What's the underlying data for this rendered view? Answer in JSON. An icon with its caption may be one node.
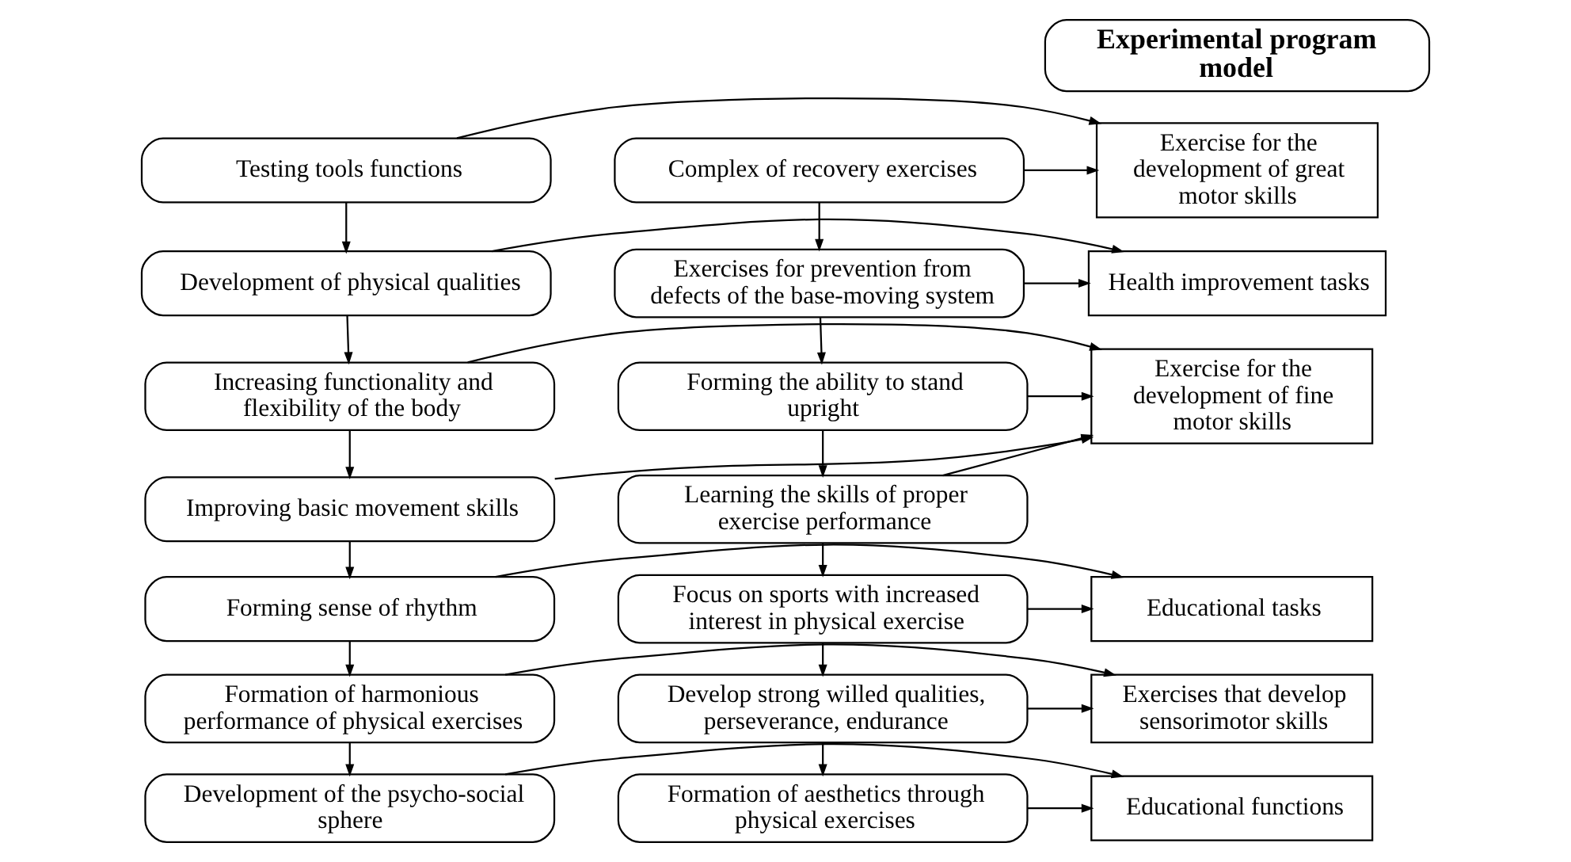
{
  "diagram": {
    "nodes": [
      {
        "text": [
          "Experimental program model"
        ]
      },
      {
        "text": [
          "Testing tools functions"
        ]
      },
      {
        "text": [
          "Exercise for the development of great motor skills"
        ]
      },
      {
        "text": [
          "Complex of recovery exercises"
        ]
      },
      {
        "text": [
          "Development of physical qualities"
        ]
      },
      {
        "text": [
          "Health improvement tasks"
        ]
      },
      {
        "text": [
          "Exercises for prevention from defects of the base-moving system"
        ]
      },
      {
        "text": [
          "Increasing functionality and flexibility of the body"
        ]
      },
      {
        "text": [
          "Exercise for the development of fine motor skills"
        ]
      },
      {
        "text": [
          "Forming the ability to stand upright"
        ]
      },
      {
        "text": [
          "Improving basic movement skills"
        ]
      },
      {
        "text": [
          "Learning the skills of proper exercise performance"
        ]
      },
      {
        "text": [
          "Forming sense of rhythm"
        ]
      },
      {
        "text": [
          "Educational tasks"
        ]
      },
      {
        "text": [
          "Focus on sports with increased interest in physical exercise"
        ]
      },
      {
        "text": [
          "Formation of harmonious performance of physical exercises"
        ]
      },
      {
        "text": [
          "Exercises that develop sensorimotor skills"
        ]
      },
      {
        "text": [
          "Develop strong willed qualities, perseverance, endurance"
        ]
      },
      {
        "text": [
          "Development of the psycho-social sphere"
        ]
      },
      {
        "text": [
          "Educational functions"
        ]
      },
      {
        "text": [
          "Formation of aesthetics through physical exercises"
        ]
      }
    ],
    "edges": [
      {
        "from": 1,
        "to": 2,
        "arrow": "to"
      },
      {
        "from": 3,
        "to": 2,
        "arrow": "to"
      },
      {
        "from": 1,
        "to": 4,
        "arrow": "to"
      },
      {
        "from": 3,
        "to": 6,
        "arrow": "to"
      },
      {
        "from": 4,
        "to": 5,
        "arrow": "to"
      },
      {
        "from": 6,
        "to": 5,
        "arrow": "to"
      },
      {
        "from": 4,
        "to": 7,
        "arrow": "to"
      },
      {
        "from": 6,
        "to": 9,
        "arrow": "to"
      },
      {
        "from": 7,
        "to": 8,
        "arrow": "to"
      },
      {
        "from": 9,
        "to": 8,
        "arrow": "to"
      },
      {
        "from": 7,
        "to": 10,
        "arrow": "to"
      },
      {
        "from": 9,
        "to": 11,
        "arrow": "to"
      },
      {
        "from": 10,
        "to": 8,
        "arrow": "to"
      },
      {
        "from": 11,
        "to": 8,
        "arrow": "to"
      },
      {
        "from": 10,
        "to": 12,
        "arrow": "to"
      },
      {
        "from": 11,
        "to": 14,
        "arrow": "to"
      },
      {
        "from": 12,
        "to": 13,
        "arrow": "to"
      },
      {
        "from": 14,
        "to": 13,
        "arrow": "to"
      },
      {
        "from": 12,
        "to": 15,
        "arrow": "to"
      },
      {
        "from": 14,
        "to": 17,
        "arrow": "to"
      },
      {
        "from": 15,
        "to": 16,
        "arrow": "to"
      },
      {
        "from": 17,
        "to": 16,
        "arrow": "to"
      },
      {
        "from": 15,
        "to": 18,
        "arrow": "to"
      },
      {
        "from": 17,
        "to": 20,
        "arrow": "to"
      },
      {
        "from": 18,
        "to": 19,
        "arrow": "to"
      },
      {
        "from": 20,
        "to": 19,
        "arrow": "to"
      }
    ]
  }
}
